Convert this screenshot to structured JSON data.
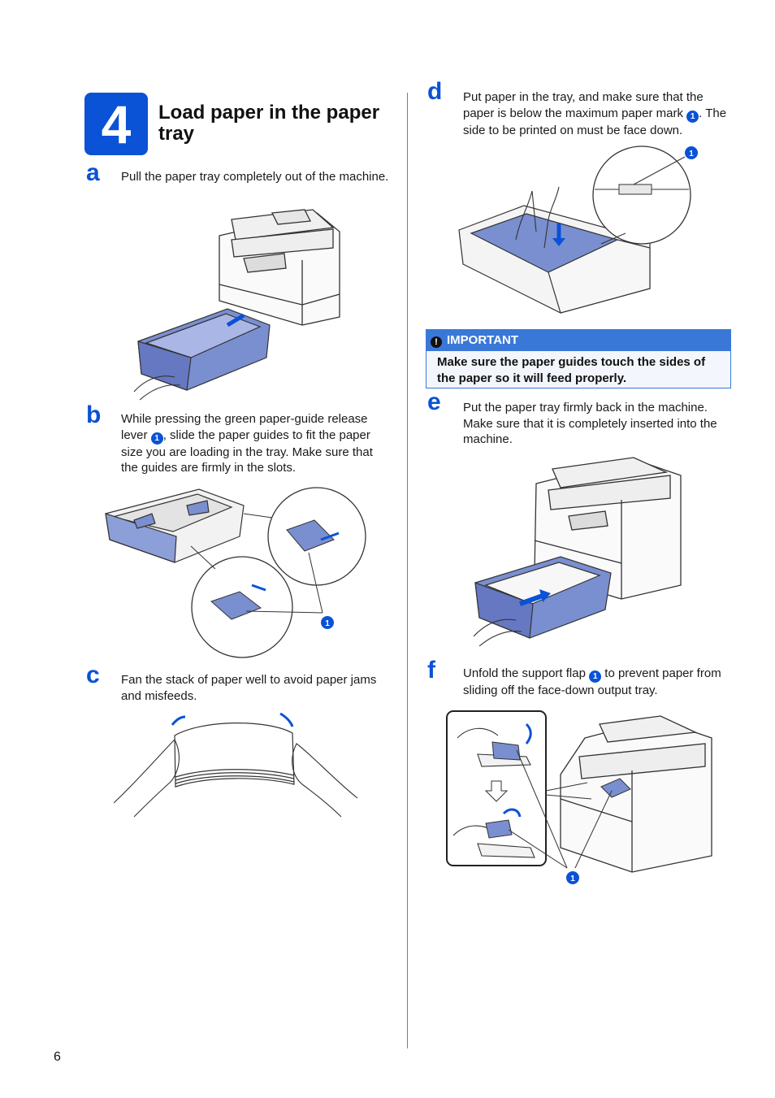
{
  "step": {
    "number": "4",
    "title": "Load paper in the paper tray"
  },
  "steps": {
    "a": {
      "letter": "a",
      "text": "Pull the paper tray completely out of the machine."
    },
    "b": {
      "letter": "b",
      "pre": "While pressing the green paper-guide release lever",
      "post": ", slide the paper guides to fit the paper size you are loading in the tray. Make sure that the guides are firmly in the slots."
    },
    "c": {
      "letter": "c",
      "text": "Fan the stack of paper well to avoid paper jams and misfeeds."
    },
    "d": {
      "letter": "d",
      "pre": "Put paper in the tray, and make sure that the paper is below the maximum paper mark",
      "post": ". The side to be printed on must be face down."
    },
    "e": {
      "letter": "e",
      "text": "Put the paper tray firmly back in the machine. Make sure that it is completely inserted into the machine."
    },
    "f": {
      "letter": "f",
      "pre": "Unfold the support flap",
      "post": " to prevent paper from sliding off the face-down output tray."
    }
  },
  "callout": "1",
  "important": {
    "label": "IMPORTANT",
    "text": "Make sure the paper guides touch the sides of the paper so it will feed properly."
  },
  "page_number": "6",
  "colors": {
    "accent": "#0a52d6",
    "tray_blue": "#7a8fd0",
    "important_header": "#3a78d8"
  }
}
